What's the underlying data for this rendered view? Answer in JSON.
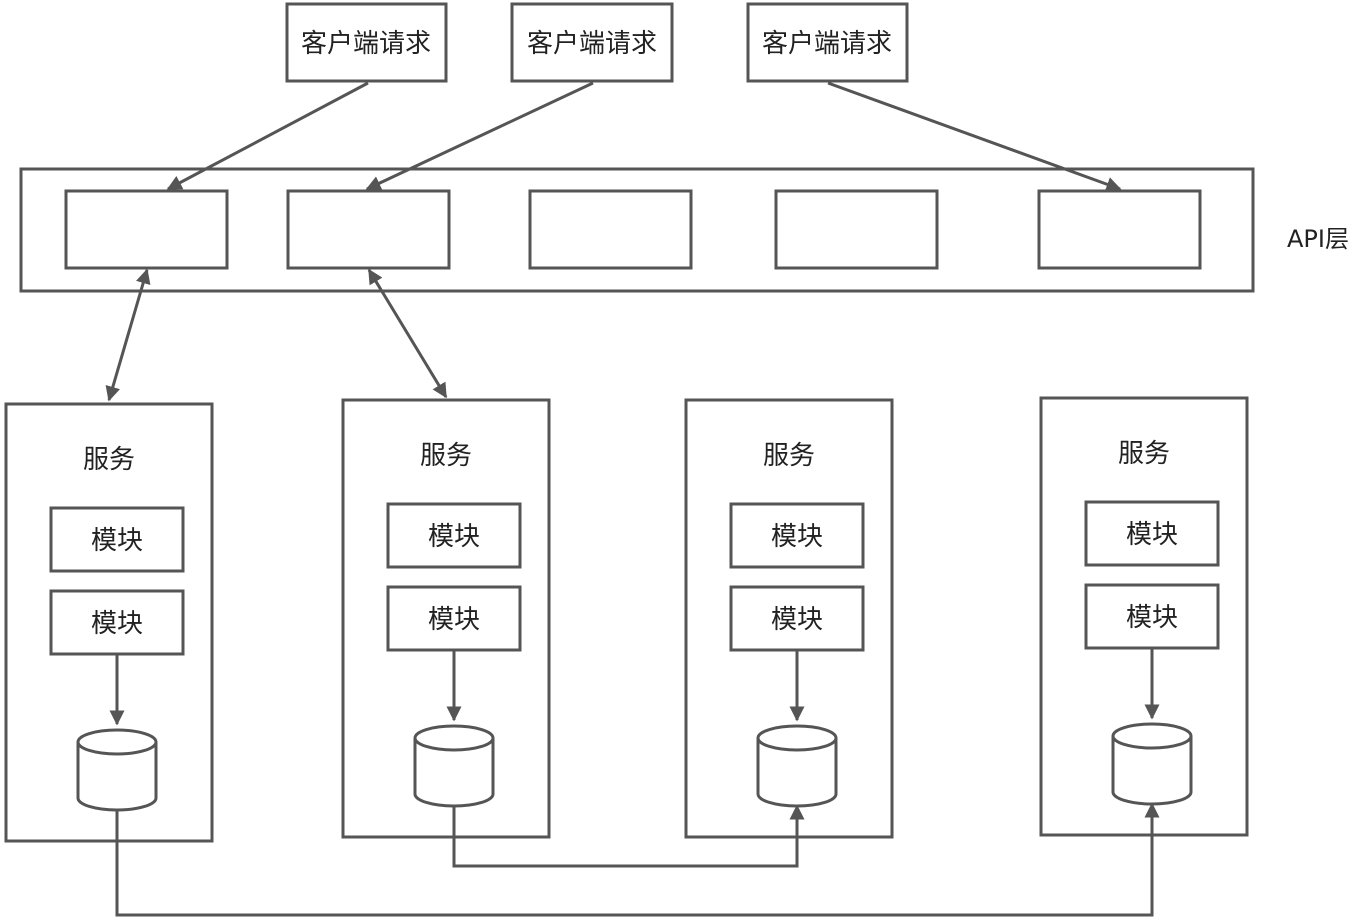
{
  "client_requests": [
    "客户端请求",
    "客户端请求",
    "客户端请求"
  ],
  "api_layer": {
    "label": "API层",
    "endpoint_count": 5
  },
  "services": [
    {
      "title": "服务",
      "modules": [
        "模块",
        "模块"
      ],
      "has_db": true
    },
    {
      "title": "服务",
      "modules": [
        "模块",
        "模块"
      ],
      "has_db": true
    },
    {
      "title": "服务",
      "modules": [
        "模块",
        "模块"
      ],
      "has_db": true
    },
    {
      "title": "服务",
      "modules": [
        "模块",
        "模块"
      ],
      "has_db": true
    }
  ],
  "colors": {
    "stroke": "#555555",
    "text": "#222222",
    "background": "#ffffff"
  }
}
